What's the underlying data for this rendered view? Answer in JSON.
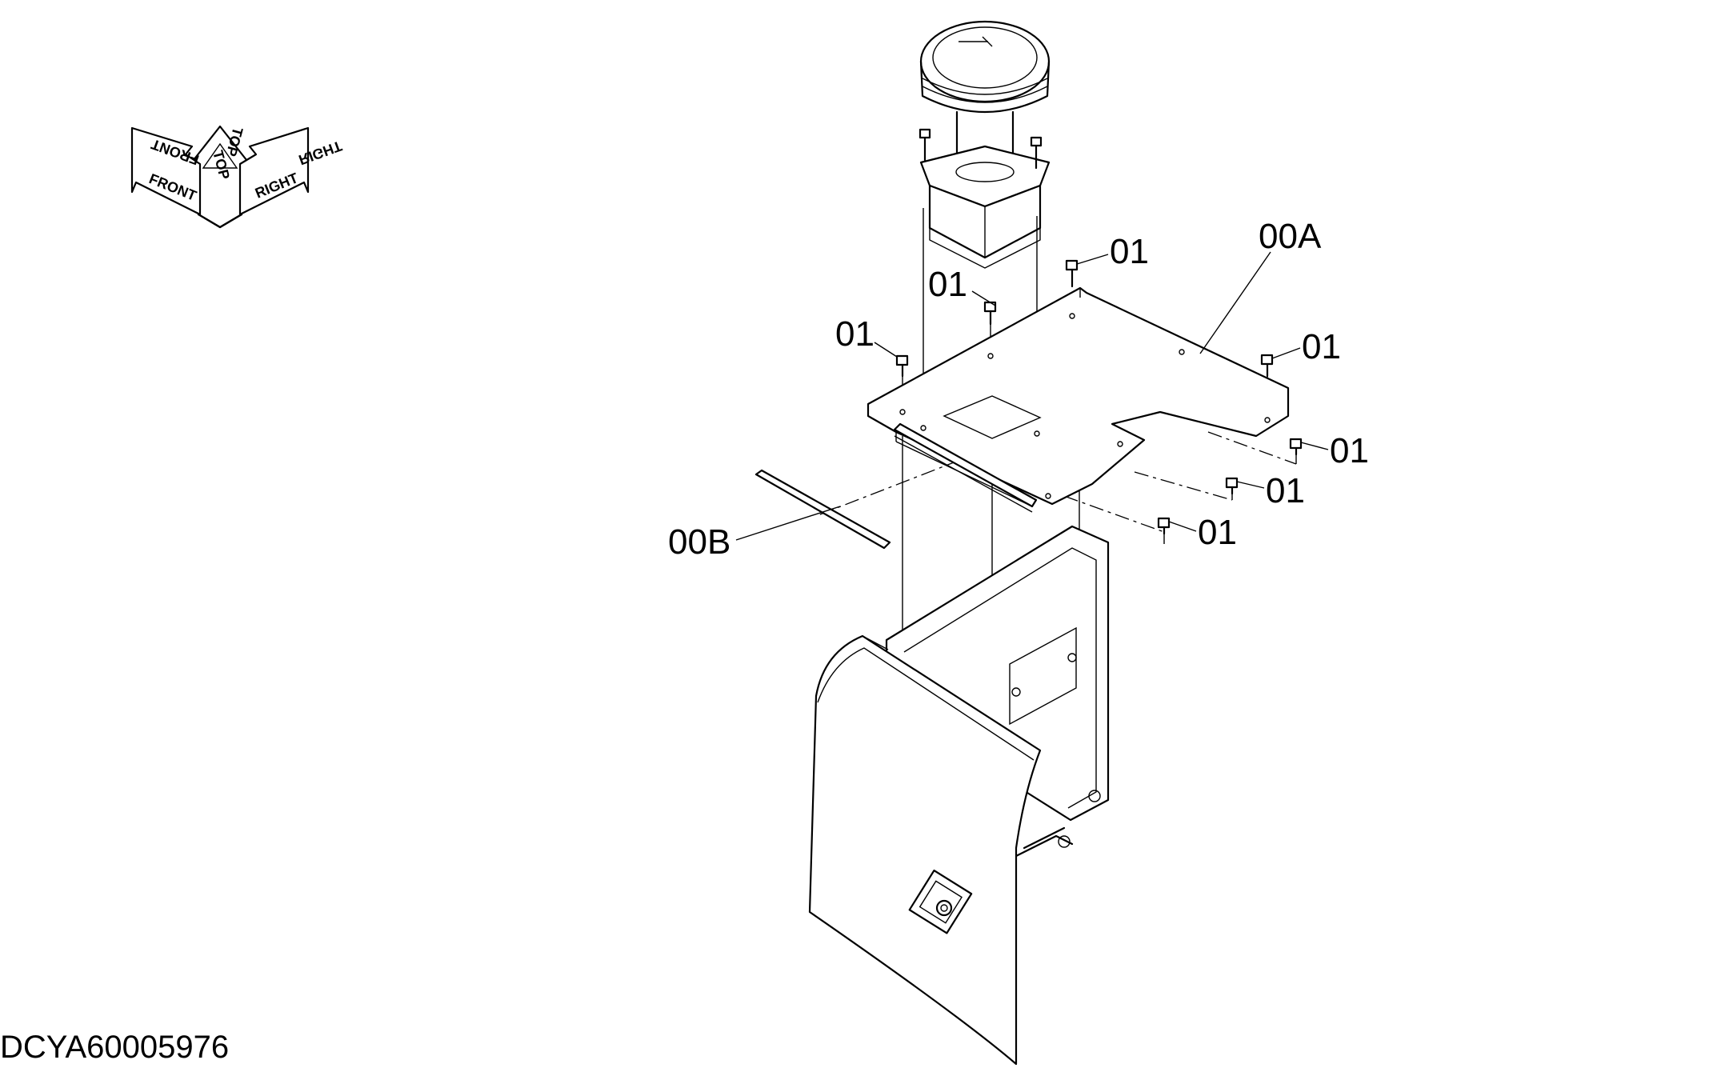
{
  "orientation": {
    "front": "FRONT",
    "top": "TOP",
    "right": "RIGHT"
  },
  "callouts": {
    "panel": "00A",
    "seal": "00B",
    "bolt": "01"
  },
  "document_id": "DCYA60005976"
}
